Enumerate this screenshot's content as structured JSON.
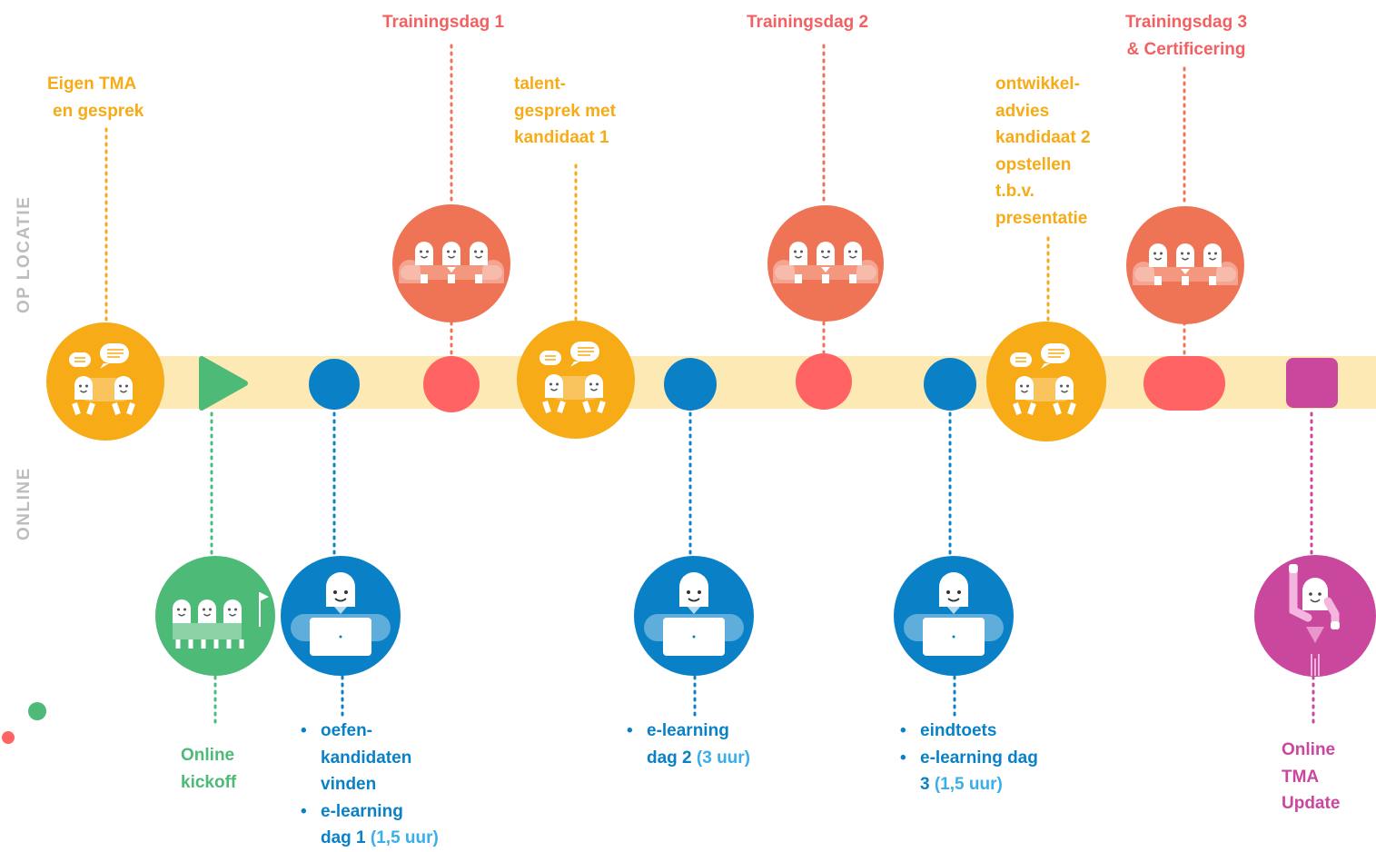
{
  "side_labels": {
    "top": "OP LOCATIE",
    "bottom": "ONLINE"
  },
  "labels": {
    "eigen_tma": [
      "Eigen TMA",
      "en gesprek"
    ],
    "trainingsdag1": "Trainingsdag 1",
    "trainingsdag2": "Trainingsdag 2",
    "trainingsdag3": [
      "Trainingsdag 3",
      "& Certificering"
    ],
    "talentgesprek": [
      "talent-",
      "gesprek met",
      "kandidaat 1"
    ],
    "ontwikkeladvies": [
      "ontwikkel-",
      "advies",
      "kandidaat 2",
      "opstellen",
      "t.b.v.",
      "presentatie"
    ],
    "online_kickoff": [
      "Online",
      "kickoff"
    ],
    "online_tma_update": [
      "Online",
      "TMA",
      "Update"
    ]
  },
  "lists": {
    "dag1": {
      "item1": [
        "oefen-",
        "kandidaten",
        "vinden"
      ],
      "item2_line1": "e-learning",
      "item2_line2_main": "dag 1",
      "item2_line2_hours": "(1,5 uur)"
    },
    "dag2": {
      "item1_line1": "e-learning",
      "item1_line2_main": "dag 2",
      "item1_line2_hours": "(3 uur)"
    },
    "dag3": {
      "item1": "eindtoets",
      "item2_line1": "e-learning dag",
      "item2_line2_main": "3",
      "item2_line2_hours": "(1,5 uur)"
    }
  },
  "colors": {
    "band": "#fde9b3",
    "orange": "#f6ab17",
    "coral": "#ef7455",
    "red": "#ff6363",
    "blue": "#0a81c7",
    "green": "#4dba78",
    "magenta": "#c9479d"
  },
  "icons": {
    "gesprek": "two-people-speech-bubbles-icon",
    "training": "three-people-group-icon",
    "elearning": "person-laptop-icon",
    "kickoff": "three-people-flag-icon",
    "update": "person-waving-icon",
    "start": "play-icon"
  }
}
